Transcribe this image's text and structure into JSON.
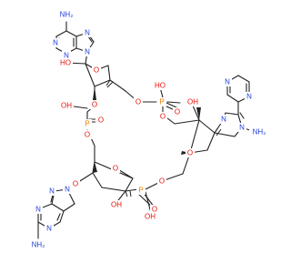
{
  "diagram": {
    "colors": {
      "carbon": "#222222",
      "nitrogen": "#1f3fd6",
      "oxygen": "#e8120b",
      "phosphorus": "#f08000"
    },
    "atom_labels": {
      "a1_nh2": "NH₂",
      "a1_n1": "N",
      "a1_n2": "N",
      "a1_n3": "N",
      "a1_n4": "N",
      "a2_nh2": "NH₂",
      "a2_n1": "N",
      "a2_n2": "N",
      "a2_n3": "N",
      "a2_n4": "N",
      "a3_nh2": "NH₂",
      "a3_n1": "N",
      "a3_n2": "N",
      "a3_n3": "N",
      "a3_n4": "N",
      "s1_ho": "HO",
      "s1_ring_o": "O",
      "s2_oh": "OH",
      "s2_ring_o": "O",
      "s3_oh": "OH",
      "s3_ring_o": "O",
      "p1": "P",
      "p1_oh": "OH",
      "p1_o_link1": "O",
      "p1_o_link2": "O",
      "p1_o_eq": "O",
      "p2": "P",
      "p2_ho": "HO",
      "p2_o_link1": "O",
      "p2_o_link2": "O",
      "p2_o_eq": "O",
      "p3": "P",
      "p3_oh": "OH",
      "p3_o_link1": "O",
      "p3_o_link2": "O",
      "p3_o_eq": "O"
    }
  }
}
